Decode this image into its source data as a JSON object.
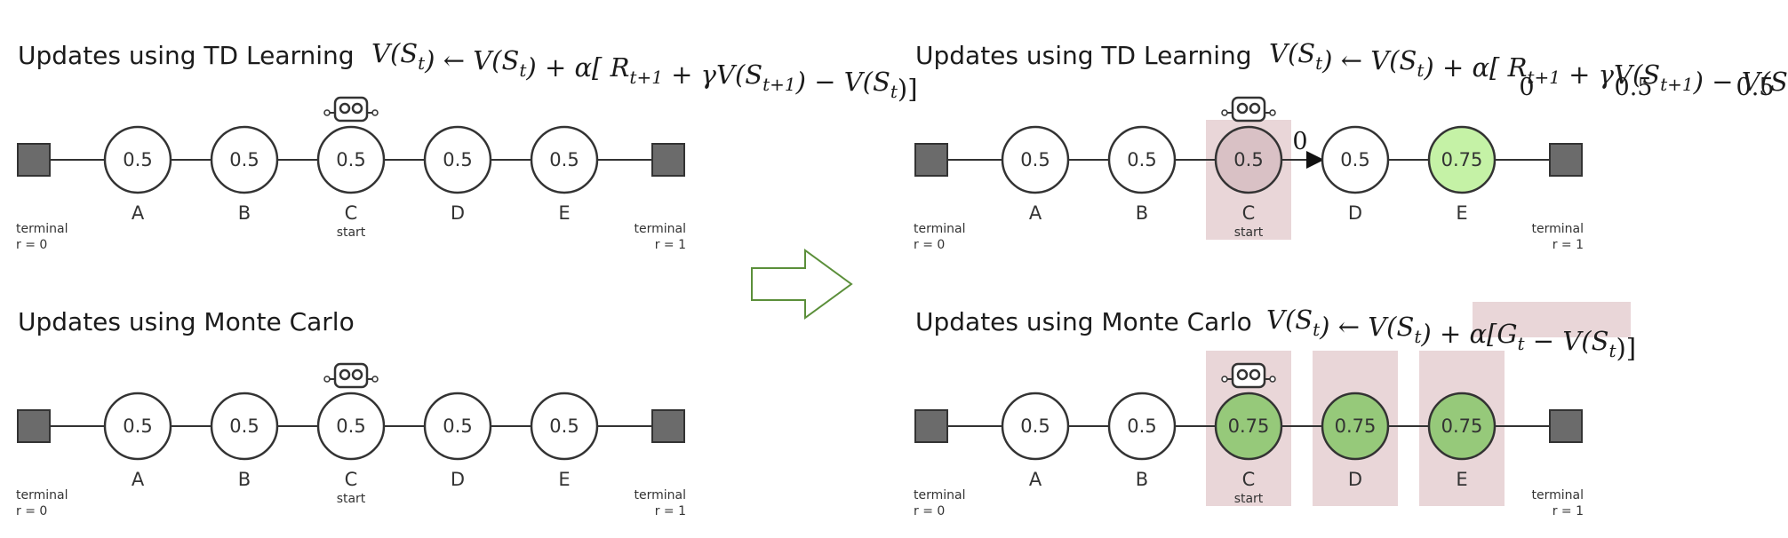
{
  "panels": [
    {
      "id": "td-before",
      "title": "Updates using TD Learning",
      "formula": {
        "type": "td"
      },
      "target_values": null,
      "nodes": [
        {
          "letter": "A",
          "value": "0.5",
          "state": "default",
          "sub": ""
        },
        {
          "letter": "B",
          "value": "0.5",
          "state": "default",
          "sub": ""
        },
        {
          "letter": "C",
          "value": "0.5",
          "state": "default",
          "sub": "start"
        },
        {
          "letter": "D",
          "value": "0.5",
          "state": "default",
          "sub": ""
        },
        {
          "letter": "E",
          "value": "0.5",
          "state": "default",
          "sub": ""
        }
      ],
      "robot_at": [
        2
      ],
      "transition": null,
      "terminals": {
        "left_label": "terminal",
        "left_reward": "r = 0",
        "right_label": "terminal",
        "right_reward": "r = 1"
      }
    },
    {
      "id": "mc-before",
      "title": "Updates using Monte Carlo",
      "formula": null,
      "target_values": null,
      "nodes": [
        {
          "letter": "A",
          "value": "0.5",
          "state": "default",
          "sub": ""
        },
        {
          "letter": "B",
          "value": "0.5",
          "state": "default",
          "sub": ""
        },
        {
          "letter": "C",
          "value": "0.5",
          "state": "default",
          "sub": "start"
        },
        {
          "letter": "D",
          "value": "0.5",
          "state": "default",
          "sub": ""
        },
        {
          "letter": "E",
          "value": "0.5",
          "state": "default",
          "sub": ""
        }
      ],
      "robot_at": [
        2
      ],
      "transition": null,
      "terminals": {
        "left_label": "terminal",
        "left_reward": "r = 0",
        "right_label": "terminal",
        "right_reward": "r = 1"
      }
    },
    {
      "id": "td-after",
      "title": "Updates using TD Learning",
      "formula": {
        "type": "td"
      },
      "target_values": [
        "0",
        "0.5",
        "0.5"
      ],
      "nodes": [
        {
          "letter": "A",
          "value": "0.5",
          "state": "default",
          "sub": ""
        },
        {
          "letter": "B",
          "value": "0.5",
          "state": "default",
          "sub": ""
        },
        {
          "letter": "C",
          "value": "0.5",
          "state": "current",
          "sub": "start"
        },
        {
          "letter": "D",
          "value": "0.5",
          "state": "default",
          "sub": ""
        },
        {
          "letter": "E",
          "value": "0.75",
          "state": "updated-light",
          "sub": ""
        }
      ],
      "robot_at": [
        2
      ],
      "transition": {
        "from": 2,
        "to": 3,
        "reward": "0"
      },
      "terminals": {
        "left_label": "terminal",
        "left_reward": "r = 0",
        "right_label": "terminal",
        "right_reward": "r = 1"
      }
    },
    {
      "id": "mc-after",
      "title": "Updates using Monte Carlo",
      "formula": {
        "type": "mc"
      },
      "target_values": null,
      "nodes": [
        {
          "letter": "A",
          "value": "0.5",
          "state": "default",
          "sub": ""
        },
        {
          "letter": "B",
          "value": "0.5",
          "state": "default",
          "sub": ""
        },
        {
          "letter": "C",
          "value": "0.75",
          "state": "updated",
          "sub": "start"
        },
        {
          "letter": "D",
          "value": "0.75",
          "state": "updated",
          "sub": ""
        },
        {
          "letter": "E",
          "value": "0.75",
          "state": "updated",
          "sub": ""
        }
      ],
      "robot_at": [
        2
      ],
      "transition": null,
      "terminals": {
        "left_label": "terminal",
        "left_reward": "r = 0",
        "right_label": "terminal",
        "right_reward": "r = 1"
      }
    }
  ],
  "arrow": {
    "direction": "right",
    "color": "#5b8f3a"
  },
  "colors": {
    "node_fill": "#ffffff",
    "node_current": "#d9c1c5",
    "node_updated": "#96c97a",
    "node_updated_light": "#c5f2a6",
    "highlight_box": "#e9d6d8",
    "terminal_fill": "#6b6b6b",
    "stroke": "#333333",
    "formula_highlight": "#e9d6d8"
  }
}
